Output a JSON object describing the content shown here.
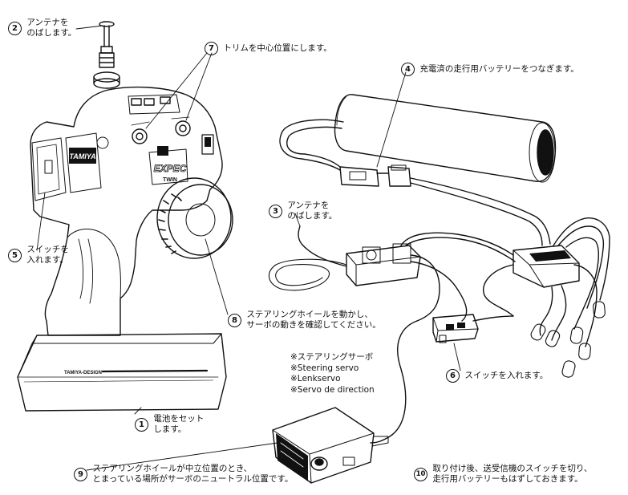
{
  "steps": [
    {
      "num": "2",
      "lines": [
        "アンテナを",
        "のばします。"
      ]
    },
    {
      "num": "7",
      "lines": [
        "トリムを中心位置にします。"
      ]
    },
    {
      "num": "4",
      "lines": [
        "充電済の走行用バッテリーをつなぎます。"
      ]
    },
    {
      "num": "3",
      "lines": [
        "アンテナを",
        "のばします。"
      ]
    },
    {
      "num": "5",
      "lines": [
        "スイッチを",
        "入れます。"
      ]
    },
    {
      "num": "8",
      "lines": [
        "ステアリングホイールを動かし、",
        "サーボの動きを確認してください。"
      ]
    },
    {
      "num": "6",
      "lines": [
        "スイッチを入れます。"
      ]
    },
    {
      "num": "1",
      "lines": [
        "電池をセット",
        "します。"
      ]
    },
    {
      "num": "9",
      "lines": [
        "ステアリングホイールが中立位置のとき、",
        "とまっている場所がサーボのニュートラ",
        "ル位置です。"
      ]
    },
    {
      "num": "10",
      "lines": [
        "取り付け後、送受信機のスイッチを切り、",
        "走行用バッテリーもはずしておきます。"
      ]
    }
  ],
  "servo_names": [
    "※ステアリングサーボ",
    "※Steering servo",
    "※Lenkservo",
    "※Servo de direction"
  ],
  "device_text": {
    "brand": "TAMIYA",
    "model": "EXPEC",
    "model_sub": "TWIN",
    "base_text": "TAMIYA-DESIGN"
  },
  "icons": [
    "transmitter-illustration",
    "battery-pack-illustration",
    "receiver-illustration",
    "speed-controller-illustration",
    "switch-illustration",
    "servo-illustration",
    "antenna-wire-illustration"
  ]
}
